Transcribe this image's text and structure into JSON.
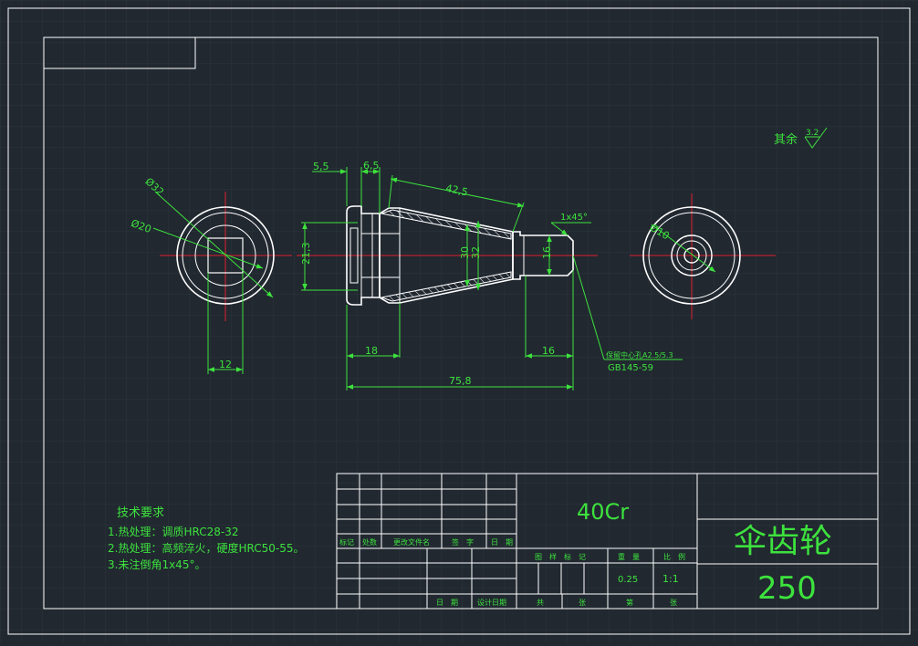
{
  "colors": {
    "background": "#212830",
    "grid": "#2c343d",
    "outline": "#ffffff",
    "dimension": "#3de23d",
    "centerline": "#e0202e",
    "hatch": "#ffffff"
  },
  "surface_finish": {
    "label": "其余",
    "value": "3.2"
  },
  "dimensions": {
    "d32": "Ø32",
    "d20": "Ø20",
    "d10": "Ø10",
    "w12": "12",
    "d21_3": "21,3",
    "w5_5": "5,5",
    "w6_5": "6,5",
    "l42_5": "42,5",
    "chamfer": "1x45°",
    "d30": "30",
    "d32b": "32",
    "d16": "16",
    "w18": "18",
    "w16": "16",
    "l75_8": "75,8"
  },
  "center_hole": {
    "line1": "保留中心孔A2.5/5.3",
    "line2": "GB145-59"
  },
  "tech_requirements": {
    "title": "技术要求",
    "items": [
      "1.热处理：调质HRC28-32",
      "2.热处理：高频淬火，硬度HRC50-55。",
      "3.未注倒角1x45°。"
    ]
  },
  "title_block": {
    "material": "40Cr",
    "part_name": "伞齿轮",
    "drawing_number": "250",
    "rev_headers": [
      "标记",
      "处数",
      "更改文件名",
      "签　字",
      "日　期"
    ],
    "mid_headers": [
      "图　样　标　记",
      "重　量",
      "比　例"
    ],
    "weight": "0.25",
    "scale": "1:1",
    "bottom_left": [
      "日　期",
      "设计日期"
    ],
    "bottom_mid": [
      "共",
      "张",
      "第",
      "张"
    ]
  }
}
